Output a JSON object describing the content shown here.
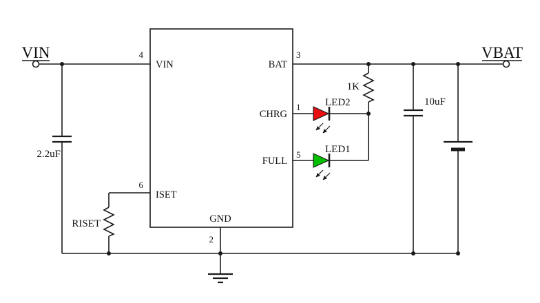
{
  "schematic": {
    "terminals": {
      "input": "VIN",
      "output": "VBAT"
    },
    "ic": {
      "pin_vin": {
        "num": "4",
        "label": "VIN"
      },
      "pin_bat": {
        "num": "3",
        "label": "BAT"
      },
      "pin_chrg": {
        "num": "1",
        "label": "CHRG"
      },
      "pin_full": {
        "num": "5",
        "label": "FULL"
      },
      "pin_iset": {
        "num": "6",
        "label": "ISET"
      },
      "pin_gnd": {
        "num": "2",
        "label": "GND"
      }
    },
    "components": {
      "input_cap_value": "2.2uF",
      "output_cap_value": "10uF",
      "iset_resistor_name": "RISET",
      "led_resistor_value": "1K",
      "led1_name": "LED1",
      "led2_name": "LED2"
    },
    "colors": {
      "wire": "#1a1a1a",
      "led1_fill": "#00c000",
      "led2_fill": "#e81010"
    }
  }
}
